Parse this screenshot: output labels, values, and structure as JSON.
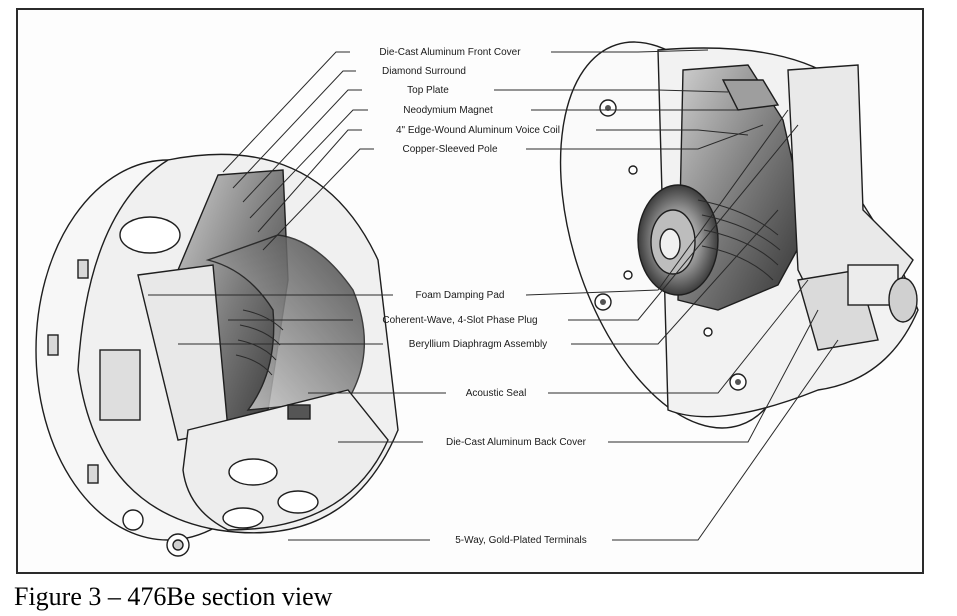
{
  "caption": "Figure 3 – 476Be section view",
  "callouts": [
    "Die-Cast Aluminum Front Cover",
    "Diamond Surround",
    "Top Plate",
    "Neodymium Magnet",
    "4\" Edge-Wound Aluminum Voice Coil",
    "Copper-Sleeved Pole",
    "Foam Damping Pad",
    "Coherent-Wave, 4-Slot Phase Plug",
    "Beryllium Diaphragm Assembly",
    "Acoustic Seal",
    "Die-Cast Aluminum Back Cover",
    "5-Way, Gold-Plated Terminals"
  ],
  "colors": {
    "line": "#1e1e1e",
    "shade_dark": "#6e6e6e",
    "shade_light": "#e6e6e6",
    "frame": "#2b2b2b"
  }
}
